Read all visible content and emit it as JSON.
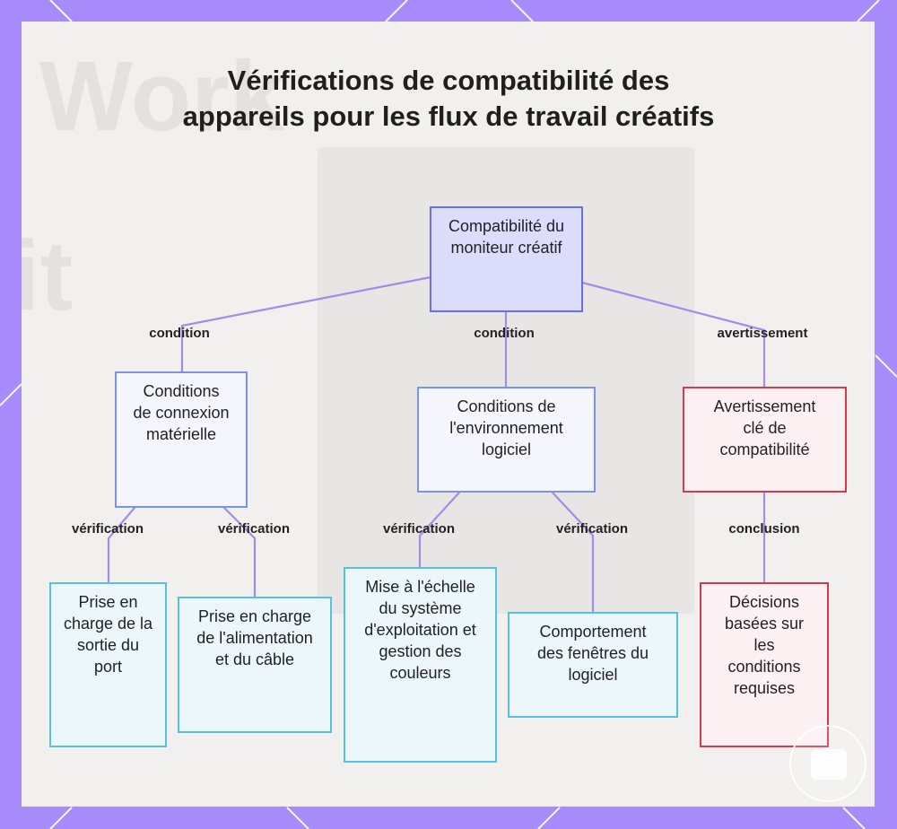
{
  "title": "Vérifications de compatibilité des appareils pour les flux de travail créatifs",
  "background_text": {
    "word1": "Work",
    "word2": "it"
  },
  "nodes": {
    "root": "Compatibilité du moniteur créatif",
    "hardware": "Conditions de connexion matérielle",
    "software": "Conditions de l'environnement logiciel",
    "warning": "Avertissement clé de compatibilité",
    "port": "Prise en charge de la sortie du port",
    "power": "Prise en charge de l'alimentation et du câble",
    "os": "Mise à l'échelle du système d'exploitation et gestion des couleurs",
    "window": "Comportement des fenêtres du logiciel",
    "decision": "Décisions basées sur les conditions requises"
  },
  "edge_labels": {
    "root_hardware": "condition",
    "root_software": "condition",
    "root_warning": "avertissement",
    "hardware_port": "vérification",
    "hardware_power": "vérification",
    "software_os": "vérification",
    "software_window": "vérification",
    "warning_decision": "conclusion"
  },
  "colors": {
    "background": "#a78bfa",
    "connector": "#a58be4",
    "root_fill": "#dcdcfc",
    "mid_border": "#7b93e4",
    "leaf_border": "#56c0de",
    "warn_border": "#d8384c"
  },
  "icons": {
    "watermark": "chat-bubble-icon"
  }
}
